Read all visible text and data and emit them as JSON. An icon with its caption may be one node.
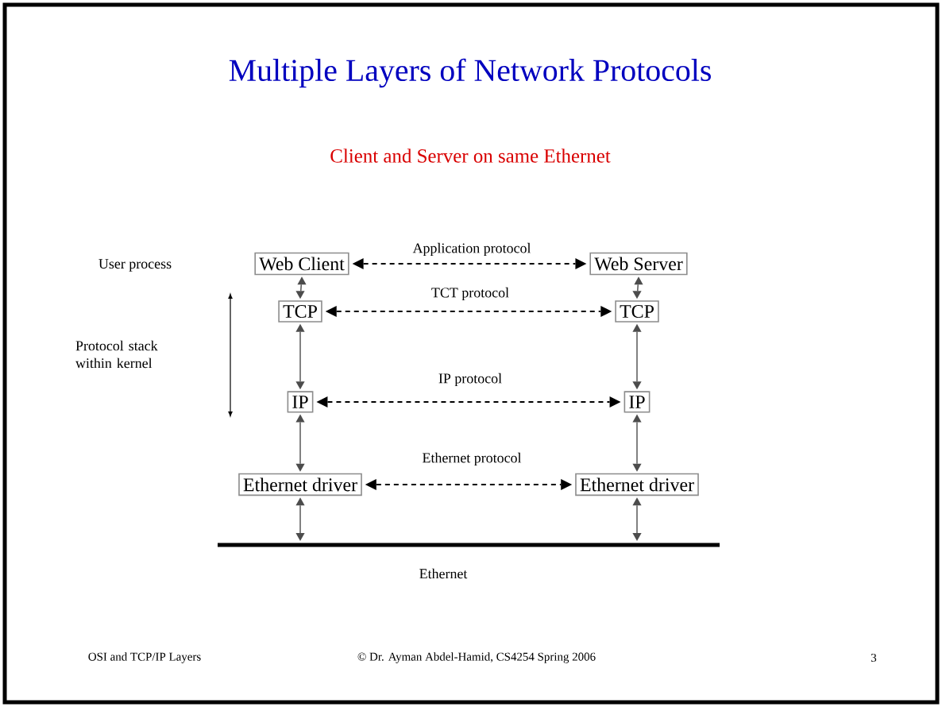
{
  "diagram": {
    "title": "Multiple Layers of Network Protocols",
    "caption": "Client and Server on same Ethernet",
    "nodes": [
      {
        "text": [
          "Web Client"
        ]
      },
      {
        "text": [
          "Web Server"
        ]
      },
      {
        "text": [
          "TCP"
        ]
      },
      {
        "text": [
          "TCP"
        ]
      },
      {
        "text": [
          "IP"
        ]
      },
      {
        "text": [
          "IP"
        ]
      },
      {
        "text": [
          "Ethernet driver"
        ]
      },
      {
        "text": [
          "Ethernet driver"
        ]
      },
      {
        "text": [],
        "shape": "bar",
        "beside": [
          "Ethernet"
        ]
      }
    ],
    "edges": [
      {
        "from": 0,
        "to": 1,
        "arrow": "both",
        "style": "dashed",
        "color": "#000000",
        "label": "Application protocol"
      },
      {
        "from": 2,
        "to": 3,
        "arrow": "both",
        "style": "dashed",
        "color": "#000000",
        "label": "TCT protocol"
      },
      {
        "from": 4,
        "to": 5,
        "arrow": "both",
        "style": "dashed",
        "color": "#000000",
        "label": "IP protocol"
      },
      {
        "from": 6,
        "to": 7,
        "arrow": "both",
        "style": "dashed",
        "color": "#000000",
        "label": "Ethernet protocol"
      },
      {
        "from": 0,
        "to": 2,
        "arrow": "both"
      },
      {
        "from": 2,
        "to": 4,
        "arrow": "both"
      },
      {
        "from": 4,
        "to": 6,
        "arrow": "both"
      },
      {
        "from": 6,
        "to": 8,
        "arrow": "both"
      },
      {
        "from": 1,
        "to": 3,
        "arrow": "both"
      },
      {
        "from": 3,
        "to": 5,
        "arrow": "both"
      },
      {
        "from": 5,
        "to": 7,
        "arrow": "both"
      },
      {
        "from": 7,
        "to": 8,
        "arrow": "both"
      }
    ],
    "labels": [
      "User process",
      "Protocol stack within kernel",
      "OSI and TCP/IP Layers",
      "© Dr. Ayman Abdel-Hamid, CS4254 Spring 2006",
      "3"
    ]
  }
}
